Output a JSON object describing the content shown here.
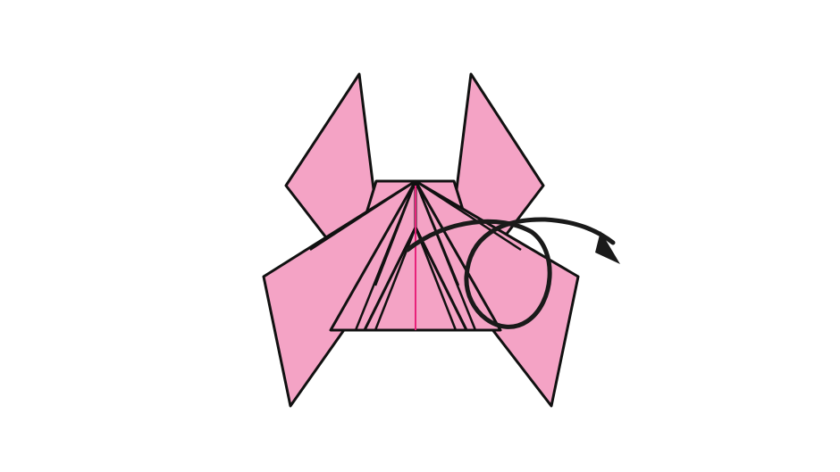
{
  "diagram": {
    "kind": "origami-fold-step",
    "colors": {
      "background": "#ffffff",
      "paper": "#f4a3c5",
      "outline": "#111111",
      "crease": "#e8227a",
      "arrow": "#1a1a1a"
    },
    "shapes": [
      {
        "name": "left-ear",
        "icon": "ear-flap"
      },
      {
        "name": "right-ear",
        "icon": "ear-flap"
      },
      {
        "name": "left-arm",
        "icon": "arm-flap"
      },
      {
        "name": "right-arm",
        "icon": "arm-flap"
      },
      {
        "name": "center-body",
        "icon": "body-panel"
      },
      {
        "name": "center-crease",
        "icon": "valley-crease-line"
      }
    ],
    "annotations": [
      {
        "name": "turn-over-arrow",
        "icon": "looped-turn-over-arrow"
      }
    ]
  }
}
